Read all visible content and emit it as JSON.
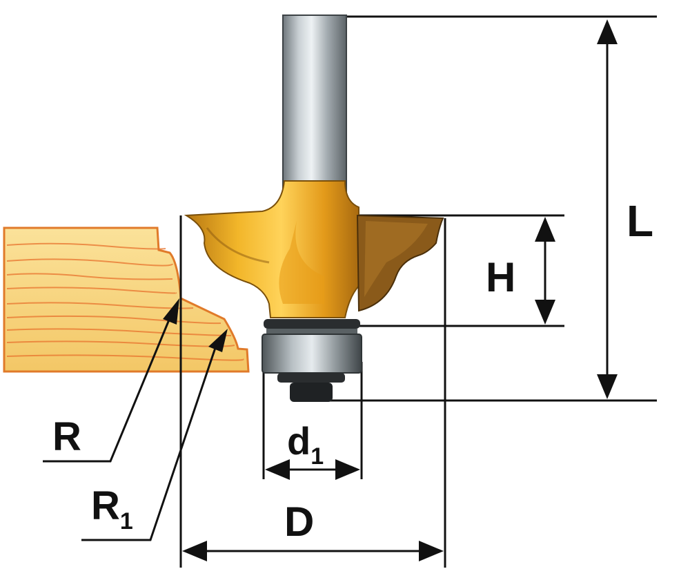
{
  "labels": {
    "L": "L",
    "H": "H",
    "D": "D",
    "d1_main": "d",
    "d1_sub": "1",
    "R": "R",
    "R1_main": "R",
    "R1_sub": "1"
  },
  "colors": {
    "cutter_body": "#E8A41C",
    "cutter_shadow": "#B07412",
    "carbide_blade": "#8A5A1A",
    "shank": "#9AA3A8",
    "bearing": "#7E8589",
    "wood": "#F6D27A",
    "wood_grain": "#E8732E",
    "line": "#111111"
  }
}
